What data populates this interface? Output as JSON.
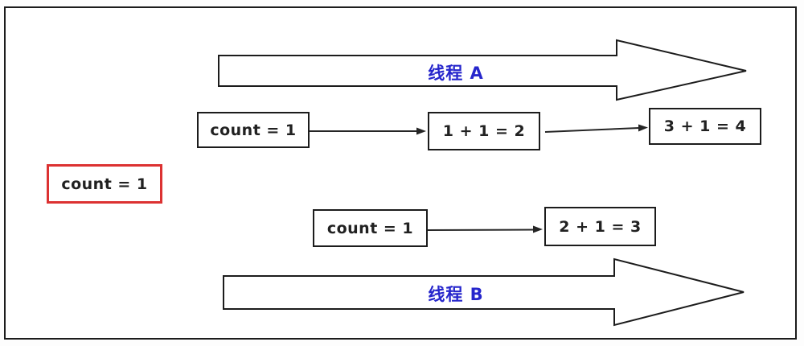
{
  "diagram": {
    "shared_variable": {
      "text": "count = 1"
    },
    "thread_a": {
      "label": "线程 A",
      "step1": "count = 1",
      "step2": "1 + 1 = 2",
      "step3": "3 + 1 = 4"
    },
    "thread_b": {
      "label": "线程 B",
      "step1": "count = 1",
      "step2": "2 + 1 = 3"
    },
    "colors": {
      "thread_label_blue": "#2626cc",
      "shared_box_border_red": "#dc3232",
      "outline_black": "#1c1c1c"
    }
  }
}
